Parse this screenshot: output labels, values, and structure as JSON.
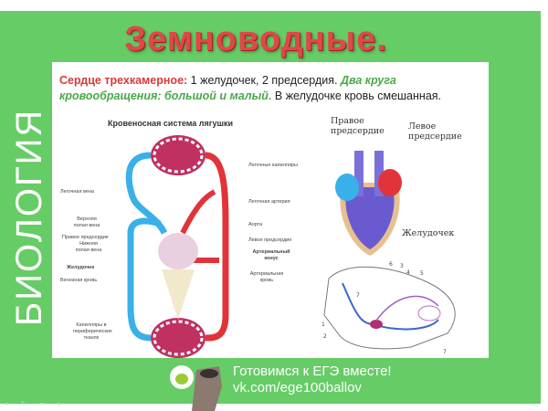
{
  "title": "Земноводные.",
  "side_label": "БИОЛОГИЯ",
  "intro": {
    "part1": "Сердце трехкамерное:",
    "part2": " 1 желудочек, 2 предсердия. ",
    "part3": "Два круга кровообращения: большой и малый",
    "part4": ". В желудочке кровь смешанная."
  },
  "diagram1": {
    "title": "Кровеносная система лягушки",
    "labels_left": [
      "Легочная вена",
      "Верхняя полая вена",
      "Правое предсердие",
      "Нижняя полая вена",
      "Желудочек",
      "Венозная кровь",
      "Капилляры в периферических тканях"
    ],
    "labels_right": [
      "Легочные капилляры",
      "Легочная артерия",
      "Аорта",
      "Левое предсердие",
      "Артериальный конус",
      "Артериальная кровь"
    ]
  },
  "diagram2": {
    "right_atrium": "Правое предсердие",
    "left_atrium": "Левое предсердие",
    "ventricle": "Желудочек"
  },
  "diagram3": {
    "numbers": [
      "1",
      "2",
      "3",
      "4",
      "5",
      "6",
      "7",
      "7"
    ]
  },
  "footer": {
    "line1": "Готовимся к ЕГЭ вместе!",
    "line2": "vk.com/ege100ballov"
  },
  "colors": {
    "background": "#66cc66",
    "title": "#e04848",
    "venous": "#3ab0e8",
    "arterial": "#e0343a",
    "mixed": "#6a5ad0"
  }
}
